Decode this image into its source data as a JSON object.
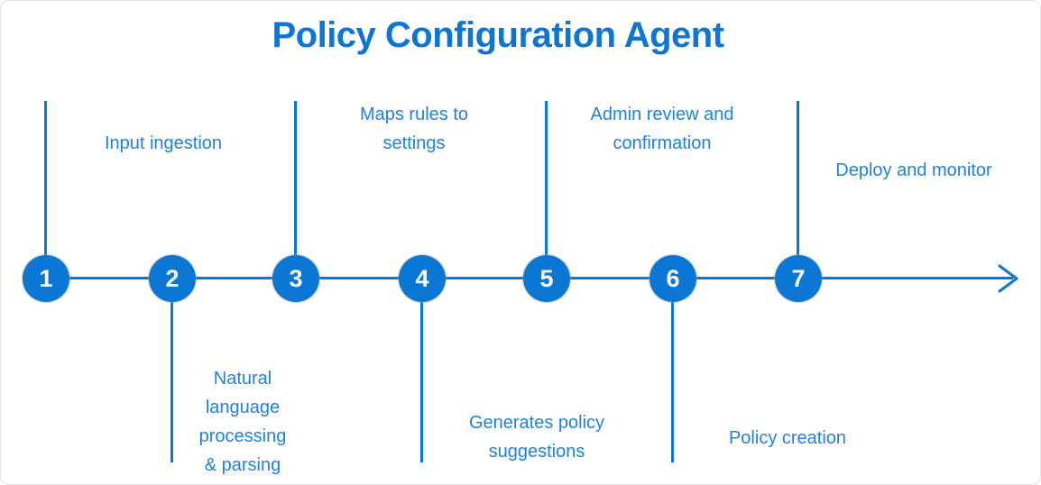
{
  "title": "Policy Configuration Agent",
  "colors": {
    "shape_blue": "#0b77d4",
    "label_blue": "#1f82dc",
    "title_blue": "#0b76d6",
    "card_border_gray": "#e2e2e2",
    "number_text": "#ffffff"
  },
  "timeline": {
    "direction": "left-to-right",
    "arrowhead": "right-chevron"
  },
  "steps": [
    {
      "number": "1",
      "label": "Input ingestion",
      "label_position": "above"
    },
    {
      "number": "2",
      "label": "Natural language processing & parsing",
      "label_position": "below"
    },
    {
      "number": "3",
      "label": "Maps rules to settings",
      "label_position": "above"
    },
    {
      "number": "4",
      "label": "Generates policy suggestions",
      "label_position": "below"
    },
    {
      "number": "5",
      "label": "Admin review and confirmation",
      "label_position": "above"
    },
    {
      "number": "6",
      "label": "Policy creation",
      "label_position": "below"
    },
    {
      "number": "7",
      "label": "Deploy and monitor",
      "label_position": "above"
    }
  ]
}
